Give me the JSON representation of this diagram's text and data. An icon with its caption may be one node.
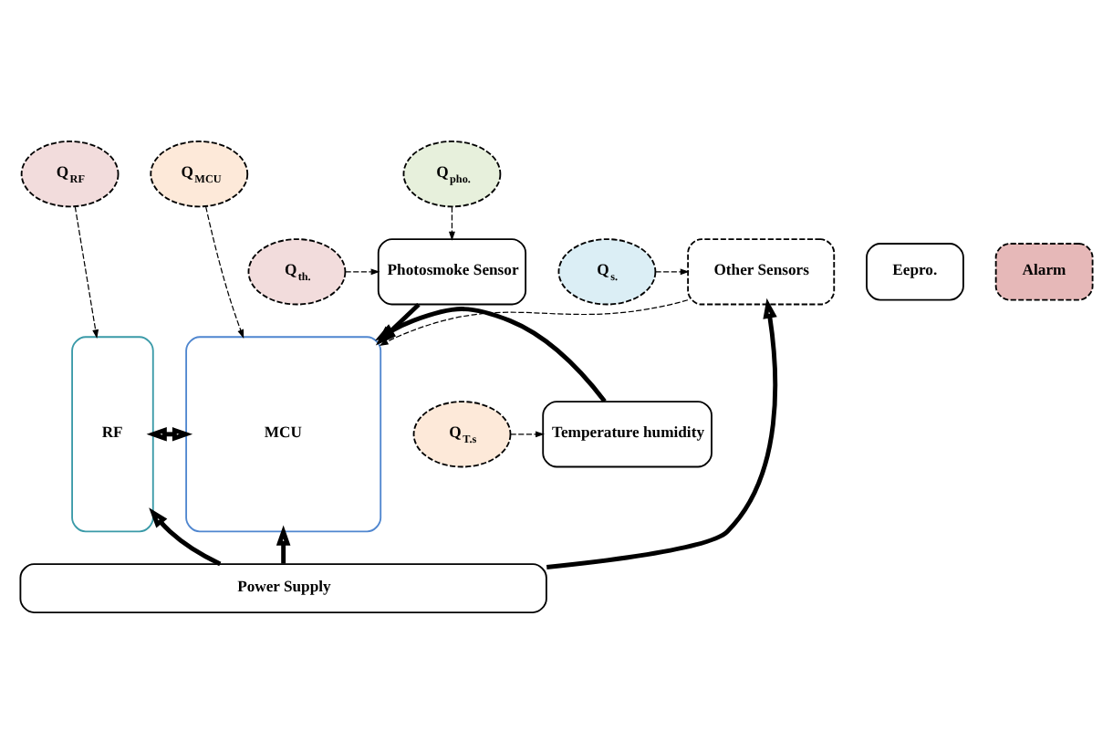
{
  "diagram": {
    "nodes": [
      {
        "text": [
          "Q$_{RF}$"
        ]
      },
      {
        "text": [
          "Q$_{MCU}$"
        ]
      },
      {
        "text": [
          "Q$_{pho.}$"
        ]
      },
      {
        "text": [
          "Eepro."
        ]
      },
      {
        "text": [
          "Alarm"
        ]
      },
      {
        "text": [
          "Photosmoke Sensor"
        ]
      },
      {
        "text": [
          "Q$_{th.}$"
        ]
      },
      {
        "text": [
          "RF"
        ]
      },
      {
        "text": [
          "MCU"
        ]
      },
      {
        "text": [
          "Temperature humidity"
        ]
      },
      {
        "text": [
          "Q$_{T.s}$"
        ]
      },
      {
        "text": [
          "Other Sensors"
        ]
      },
      {
        "text": [
          "Q$_{s.}$"
        ]
      },
      {
        "text": [
          "Power Supply"
        ]
      }
    ],
    "edges": [
      {
        "from": 0,
        "to": 7,
        "arrow": "to",
        "style": "dashed"
      },
      {
        "from": 1,
        "to": 8,
        "arrow": "to",
        "style": "dashed"
      },
      {
        "from": 2,
        "to": 5,
        "arrow": "to",
        "style": "dashed"
      },
      {
        "from": 6,
        "to": 5,
        "arrow": "to",
        "style": "dashed"
      },
      {
        "from": 5,
        "to": 8,
        "arrow": "to",
        "style": "thick"
      },
      {
        "from": 7,
        "to": 8,
        "arrow": "both",
        "style": "thick"
      },
      {
        "from": 9,
        "to": 8,
        "arrow": "to",
        "style": "thick"
      },
      {
        "from": 10,
        "to": 9,
        "arrow": "to",
        "style": "dashed"
      },
      {
        "from": 11,
        "to": 8,
        "arrow": "to",
        "style": "dashed"
      },
      {
        "from": 12,
        "to": 11,
        "arrow": "to",
        "style": "dashed"
      },
      {
        "from": 13,
        "to": 7,
        "arrow": "to",
        "style": "thick"
      },
      {
        "from": 13,
        "to": 8,
        "arrow": "to",
        "style": "thick"
      },
      {
        "from": 13,
        "to": 11,
        "arrow": "to",
        "style": "thick"
      }
    ]
  }
}
